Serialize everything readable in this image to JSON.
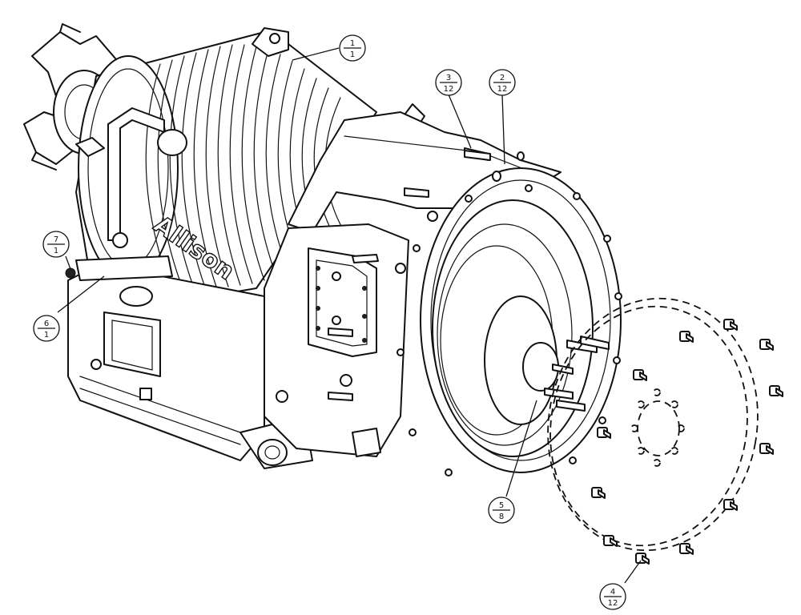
{
  "brand_text": "Allison",
  "callouts": [
    {
      "item": "1",
      "qty": "1"
    },
    {
      "item": "2",
      "qty": "12"
    },
    {
      "item": "3",
      "qty": "12"
    },
    {
      "item": "4",
      "qty": "12"
    },
    {
      "item": "5",
      "qty": "8"
    },
    {
      "item": "6",
      "qty": "1"
    },
    {
      "item": "7",
      "qty": "1"
    }
  ]
}
